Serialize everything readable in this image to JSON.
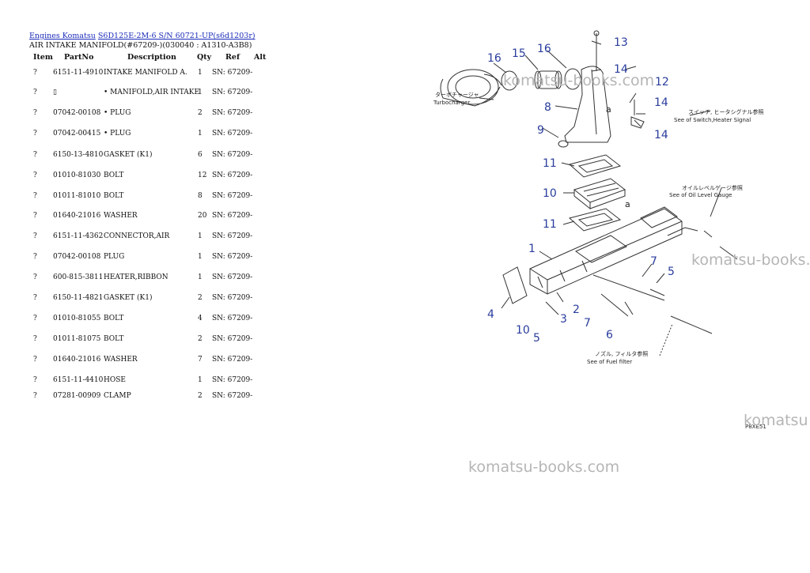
{
  "breadcrumb": {
    "link1": "Engines Komatsu",
    "link2": "S6D125E-2M-6 S/N 60721-UP(s6d1203r)"
  },
  "page_title": "AIR INTAKE MANIFOLD(#67209-)(030040 : A1310-A3B8)",
  "table": {
    "headers": {
      "item": "Item",
      "partno": "PartNo",
      "description": "Description",
      "qty": "Qty",
      "ref": "Ref",
      "alt": "Alt"
    },
    "rows": [
      {
        "item": "?",
        "partno": "6151-11-4910",
        "description": "INTAKE MANIFOLD A.",
        "qty": "1",
        "ref": "SN: 67209-"
      },
      {
        "item": "?",
        "partno": "▯",
        "description": "• MANIFOLD,AIR INTAKE",
        "qty": "1",
        "ref": "SN: 67209-"
      },
      {
        "item": "?",
        "partno": "07042-00108",
        "description": "• PLUG",
        "qty": "2",
        "ref": "SN: 67209-"
      },
      {
        "item": "?",
        "partno": "07042-00415",
        "description": "• PLUG",
        "qty": "1",
        "ref": "SN: 67209-"
      },
      {
        "item": "?",
        "partno": "6150-13-4810",
        "description": "GASKET (K1)",
        "qty": "6",
        "ref": "SN: 67209-"
      },
      {
        "item": "?",
        "partno": "01010-81030",
        "description": "BOLT",
        "qty": "12",
        "ref": "SN: 67209-"
      },
      {
        "item": "?",
        "partno": "01011-81010",
        "description": "BOLT",
        "qty": "8",
        "ref": "SN: 67209-"
      },
      {
        "item": "?",
        "partno": "01640-21016",
        "description": "WASHER",
        "qty": "20",
        "ref": "SN: 67209-"
      },
      {
        "item": "?",
        "partno": "6151-11-4362",
        "description": "CONNECTOR,AIR",
        "qty": "1",
        "ref": "SN: 67209-"
      },
      {
        "item": "?",
        "partno": "07042-00108",
        "description": "PLUG",
        "qty": "1",
        "ref": "SN: 67209-"
      },
      {
        "item": "?",
        "partno": "600-815-3811",
        "description": "HEATER,RIBBON",
        "qty": "1",
        "ref": "SN: 67209-"
      },
      {
        "item": "?",
        "partno": "6150-11-4821",
        "description": "GASKET (K1)",
        "qty": "2",
        "ref": "SN: 67209-"
      },
      {
        "item": "?",
        "partno": "01010-81055",
        "description": "BOLT",
        "qty": "4",
        "ref": "SN: 67209-"
      },
      {
        "item": "?",
        "partno": "01011-81075",
        "description": "BOLT",
        "qty": "2",
        "ref": "SN: 67209-"
      },
      {
        "item": "?",
        "partno": "01640-21016",
        "description": "WASHER",
        "qty": "7",
        "ref": "SN: 67209-"
      },
      {
        "item": "?",
        "partno": "6151-11-4410",
        "description": "HOSE",
        "qty": "1",
        "ref": "SN: 67209-"
      },
      {
        "item": "?",
        "partno": "07281-00909",
        "description": "CLAMP",
        "qty": "2",
        "ref": "SN: 67209-"
      }
    ]
  },
  "diagram": {
    "callouts": {
      "n1": "1",
      "n2": "2",
      "n3": "3",
      "n4": "4",
      "n5a": "5",
      "n5b": "5",
      "n6": "6",
      "n7a": "7",
      "n7b": "7",
      "n8": "8",
      "n9": "9",
      "n10a": "10",
      "n10b": "10",
      "n11a": "11",
      "n11b": "11",
      "n12": "12",
      "n13": "13",
      "n14a": "14",
      "n14b": "14",
      "n14c": "14",
      "n15": "15",
      "n16a": "16",
      "n16b": "16"
    },
    "letters": {
      "a1": "a",
      "a2": "a"
    },
    "labels": {
      "turbo_jp": "ターボチャージャ",
      "turbo_en": "Turbocharger",
      "switch_jp": "スイッチ, ヒータシグナル参照",
      "switch_en": "See of Switch,Heater Signal",
      "oil_jp": "オイルレベルゲージ参照",
      "oil_en": "See of Oil Level Gauge",
      "fuel_jp": "ノズル, フィルタ参照",
      "fuel_en": "See of Fuel filter",
      "fig_code": "P8XE51"
    }
  },
  "watermarks": {
    "w1": "komatsu-books.com",
    "w2": "komatsu-books.com",
    "w3": "komatsu",
    "w4": "komatsu-books.com"
  },
  "colors": {
    "link": "#1a2bb8",
    "callout": "#2a3d9c",
    "watermark": "#b5b5b5"
  }
}
